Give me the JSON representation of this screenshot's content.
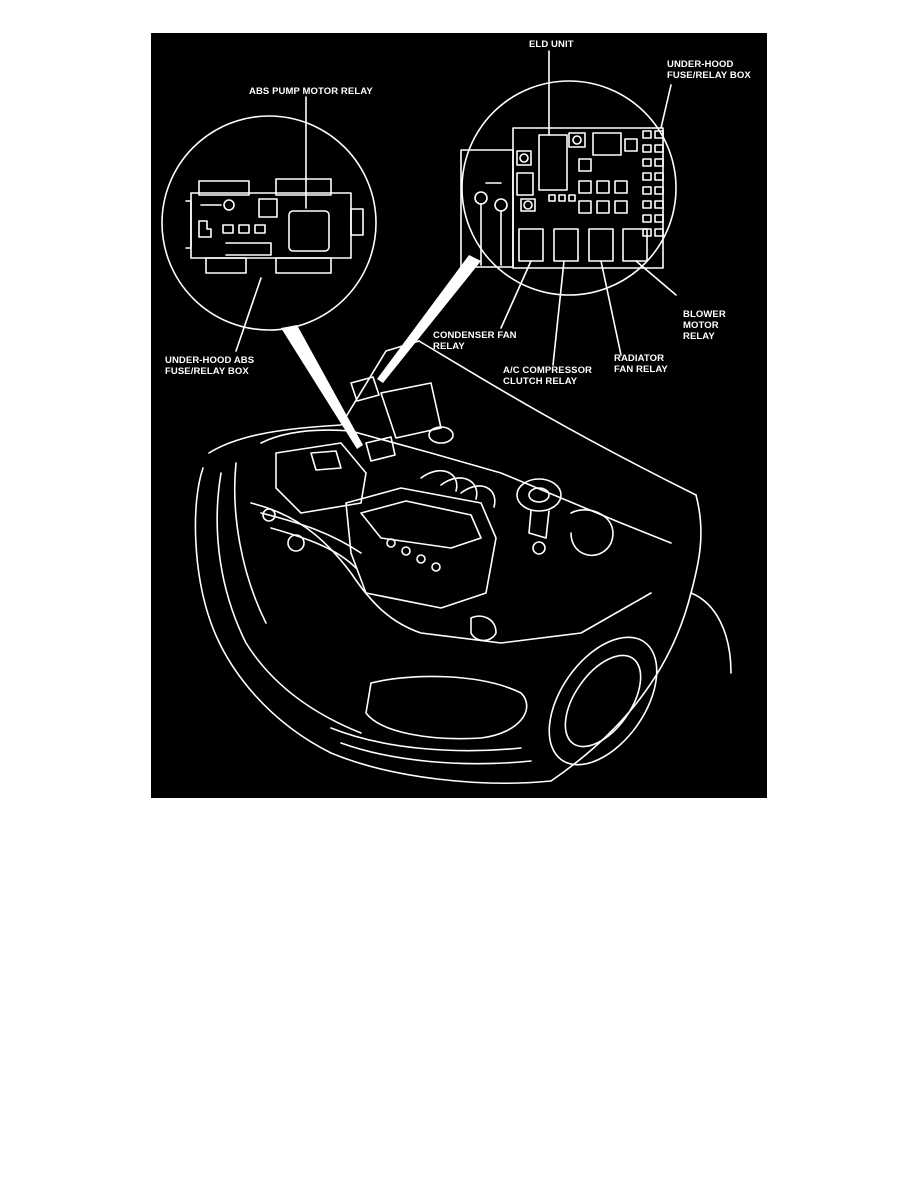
{
  "figure": {
    "background": "#000000",
    "line_color": "#ffffff",
    "callouts": {
      "abs_pump_motor_relay": "ABS PUMP MOTOR RELAY",
      "under_hood_abs_box": "UNDER-HOOD ABS\nFUSE/RELAY BOX",
      "eld_unit": "ELD UNIT",
      "under_hood_fuse_box": "UNDER-HOOD\nFUSE/RELAY BOX",
      "condenser_fan_relay": "CONDENSER FAN\nRELAY",
      "ac_compressor_clutch_relay": "A/C COMPRESSOR\nCLUTCH RELAY",
      "radiator_fan_relay": "RADIATOR\nFAN RELAY",
      "blower_motor_relay": "BLOWER\nMOTOR\nRELAY"
    }
  }
}
